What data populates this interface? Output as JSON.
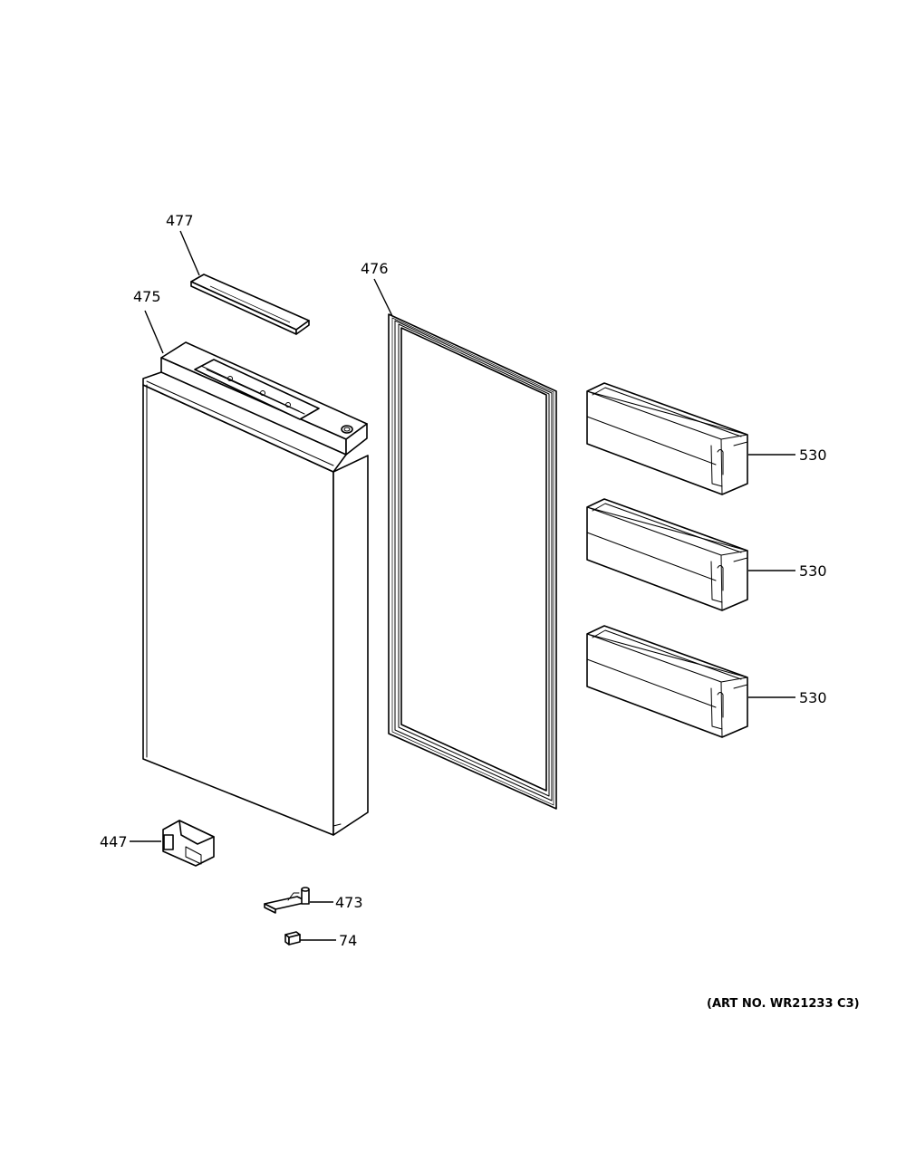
{
  "callouts": {
    "trim_cap": "477",
    "door": "475",
    "gasket": "476",
    "bin_1": "530",
    "bin_2": "530",
    "bin_3": "530",
    "stop": "447",
    "hinge": "473",
    "bushing": "74"
  },
  "art_number": "(ART NO. WR21233 C3)"
}
